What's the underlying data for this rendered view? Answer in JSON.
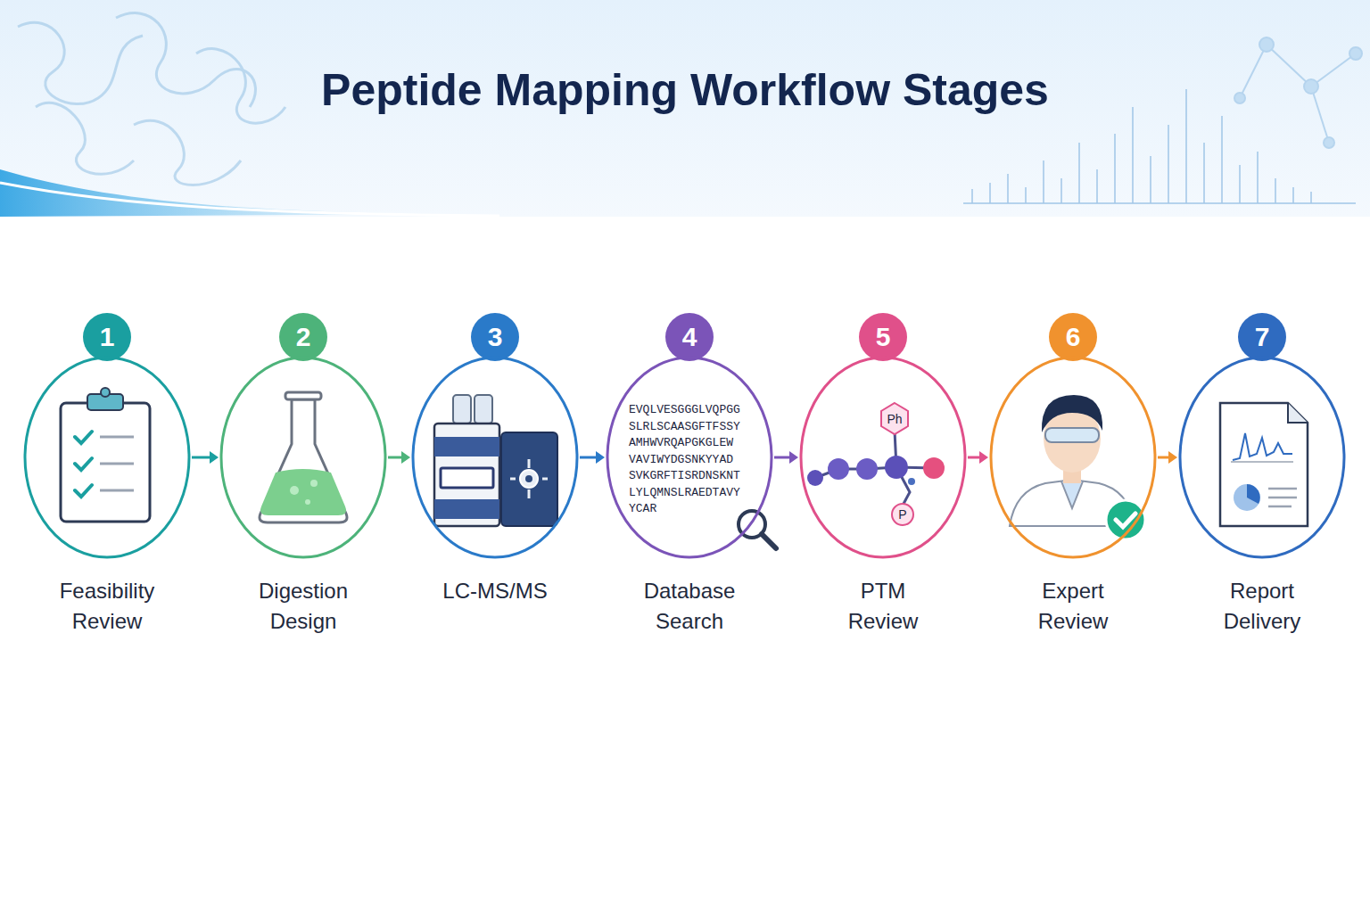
{
  "diagram": {
    "title": "Peptide Mapping Workflow Stages",
    "nodes": [
      {
        "text": [
          "Feasibility Review"
        ]
      },
      {
        "text": [
          "Digestion Design"
        ]
      },
      {
        "text": [
          "LC-MS/MS"
        ]
      },
      {
        "text": [
          "Database Search"
        ]
      },
      {
        "text": [
          "PTM Review"
        ]
      },
      {
        "text": [
          "Expert Review"
        ]
      },
      {
        "text": [
          "Report Delivery"
        ]
      }
    ],
    "edges": [
      {
        "from": 0,
        "to": 1,
        "arrow": "to"
      },
      {
        "from": 1,
        "to": 2,
        "arrow": "to"
      },
      {
        "from": 2,
        "to": 3,
        "arrow": "to"
      },
      {
        "from": 3,
        "to": 4,
        "arrow": "to"
      },
      {
        "from": 4,
        "to": 5,
        "arrow": "to"
      },
      {
        "from": 5,
        "to": 6,
        "arrow": "to"
      }
    ],
    "labels": [
      "1",
      "2",
      "3",
      "4",
      "5",
      "6",
      "7",
      "EVQLVESGGGLVQPGG",
      "SLRLSCAASGFTFSSY",
      "AMHWVRQAPGKGLEW",
      "VAVIWYDGSNKYYAD",
      "SVKGRFTISRDNSKNT",
      "LYLQMNSLRAEDTAVY",
      "YCAR",
      "Ph",
      "P"
    ]
  }
}
